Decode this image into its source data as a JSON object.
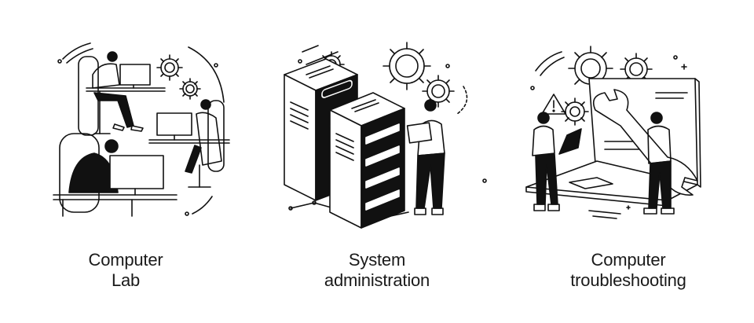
{
  "panels": [
    {
      "id": "computer-lab",
      "caption_line1": "Computer",
      "caption_line2": "Lab",
      "icon": "computer-lab-illustration"
    },
    {
      "id": "system-administration",
      "caption_line1": "System",
      "caption_line2": "administration",
      "icon": "server-rack-illustration"
    },
    {
      "id": "computer-troubleshooting",
      "caption_line1": "Computer",
      "caption_line2": "troubleshooting",
      "icon": "troubleshooting-illustration"
    }
  ],
  "colors": {
    "line": "#111111",
    "background": "#ffffff"
  }
}
